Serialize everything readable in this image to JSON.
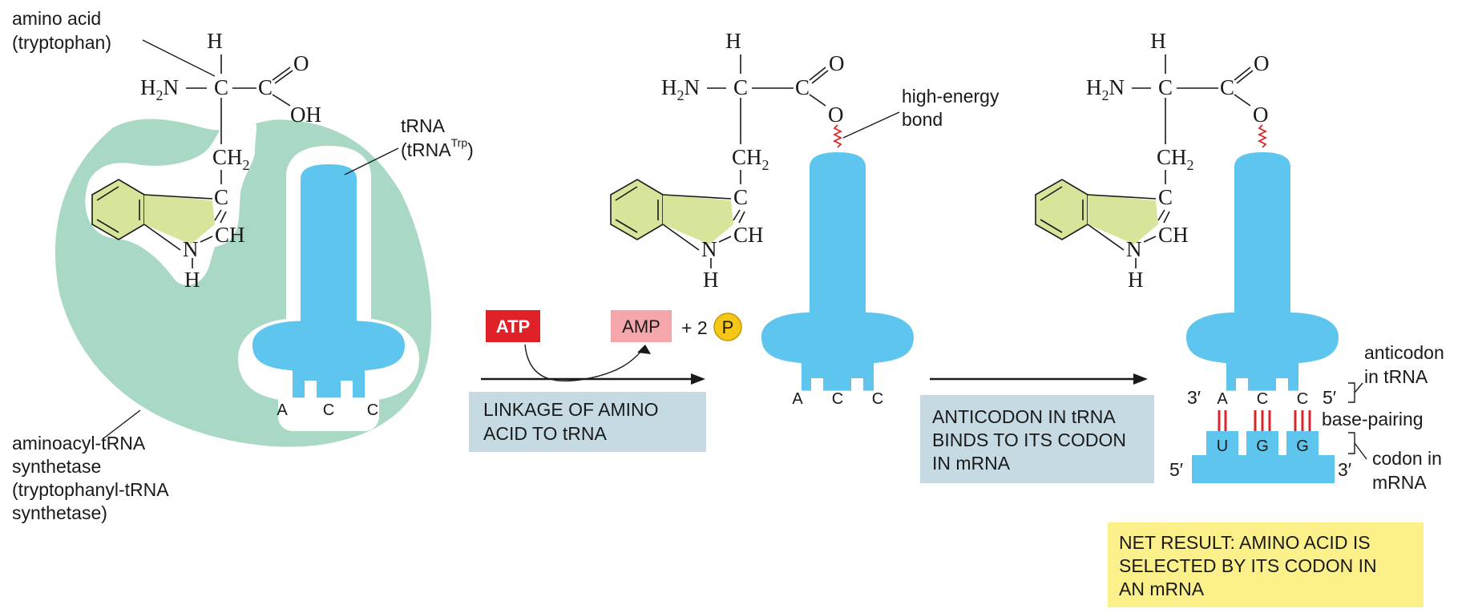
{
  "labels": {
    "amino_acid_l1": "amino acid",
    "amino_acid_l2": "(tryptophan)",
    "trna_l1": "tRNA",
    "trna_l2": "(tRNA",
    "trna_sup": "Trp",
    "trna_l2_close": ")",
    "synthetase_l1": "aminoacyl-tRNA",
    "synthetase_l2": "synthetase",
    "synthetase_l3": "(tryptophanyl-tRNA",
    "synthetase_l4": "synthetase)",
    "high_energy_l1": "high-energy",
    "high_energy_l2": "bond",
    "anticodon_l1": "anticodon",
    "anticodon_l2": "in tRNA",
    "base_pairing": "base-pairing",
    "codon_l1": "codon in",
    "codon_l2": "mRNA"
  },
  "chem": {
    "H": "H",
    "N": "N",
    "C": "C",
    "O": "O",
    "OH": "OH",
    "CH": "CH",
    "H2N_H": "H",
    "H2N_2": "2",
    "H2N_N": "N",
    "CH2_CH": "CH",
    "CH2_2": "2"
  },
  "reaction": {
    "atp": "ATP",
    "amp": "AMP",
    "plus2": "+ 2",
    "p": "P"
  },
  "steps": {
    "step1_l1": "LINKAGE OF AMINO",
    "step1_l2": "ACID TO tRNA",
    "step2_l1": "ANTICODON IN tRNA",
    "step2_l2": "BINDS TO ITS CODON",
    "step2_l3": "IN mRNA"
  },
  "net_result": {
    "l1": "NET RESULT: AMINO ACID IS",
    "l2": "SELECTED BY ITS CODON IN",
    "l3": "AN mRNA"
  },
  "anticodon": [
    "A",
    "C",
    "C"
  ],
  "codon": [
    "U",
    "G",
    "G"
  ],
  "ends": {
    "three_prime": "3′",
    "five_prime": "5′"
  },
  "colors": {
    "trna_blue": "#5ec5ef",
    "enzyme_green": "#a9d8c4",
    "ring_fill": "#d6e59a",
    "atp_red": "#e02127",
    "amp_pink": "#f5a6aa",
    "p_yellow": "#f5c818",
    "step_box": "#c5dae2",
    "net_box": "#fbf08a",
    "bond_red": "#d9252b"
  }
}
